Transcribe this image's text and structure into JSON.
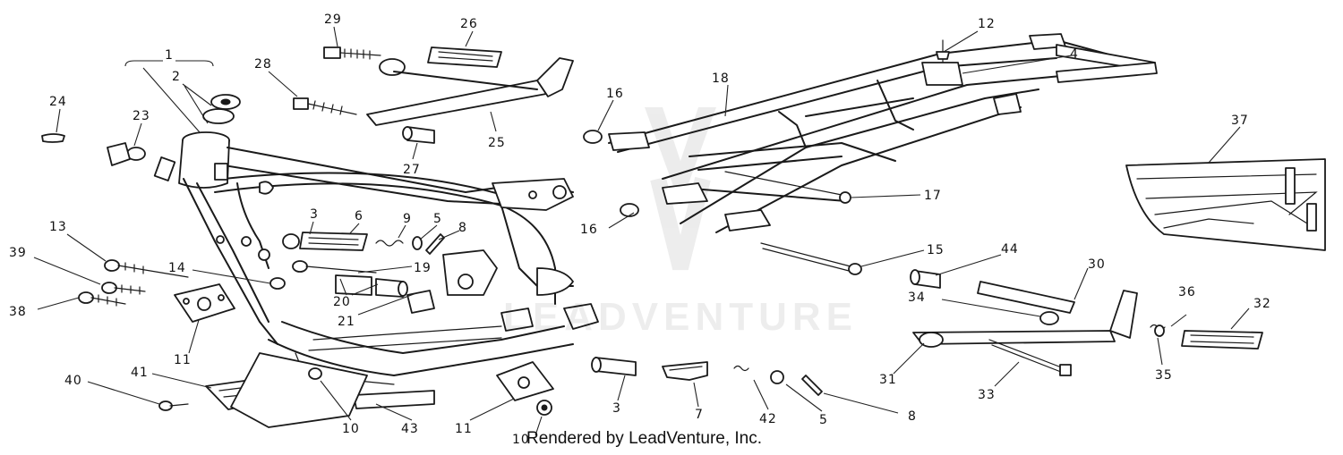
{
  "watermark": "LEADVENTURE",
  "credit": "Rendered by LeadVenture, Inc.",
  "callouts": [
    "1",
    "2",
    "24",
    "23",
    "29",
    "26",
    "28",
    "27",
    "25",
    "12",
    "4",
    "18",
    "16",
    "37",
    "17",
    "3",
    "6",
    "9",
    "5",
    "8",
    "13",
    "39",
    "38",
    "14",
    "19",
    "20",
    "21",
    "11",
    "16",
    "15",
    "44",
    "30",
    "34",
    "36",
    "32",
    "31",
    "35",
    "33",
    "40",
    "41",
    "10",
    "43",
    "11",
    "3",
    "7",
    "42",
    "5",
    "8",
    "10"
  ]
}
